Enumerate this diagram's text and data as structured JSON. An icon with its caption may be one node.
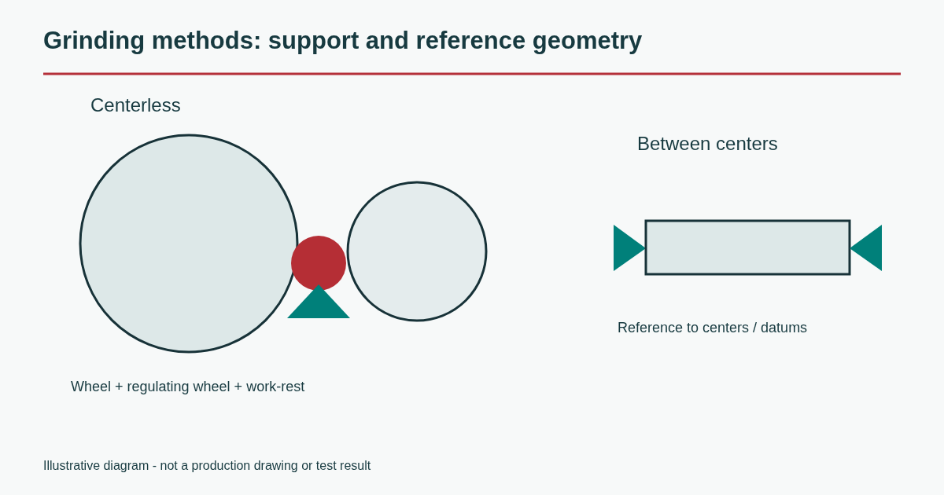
{
  "diagram": {
    "title": "Grinding methods: support and reference geometry",
    "caption": "Illustrative diagram - not a production drawing or test result",
    "labels": [
      "Centerless",
      "Wheel + regulating wheel + work-rest",
      "Between centers",
      "Reference to centers / datums"
    ]
  }
}
